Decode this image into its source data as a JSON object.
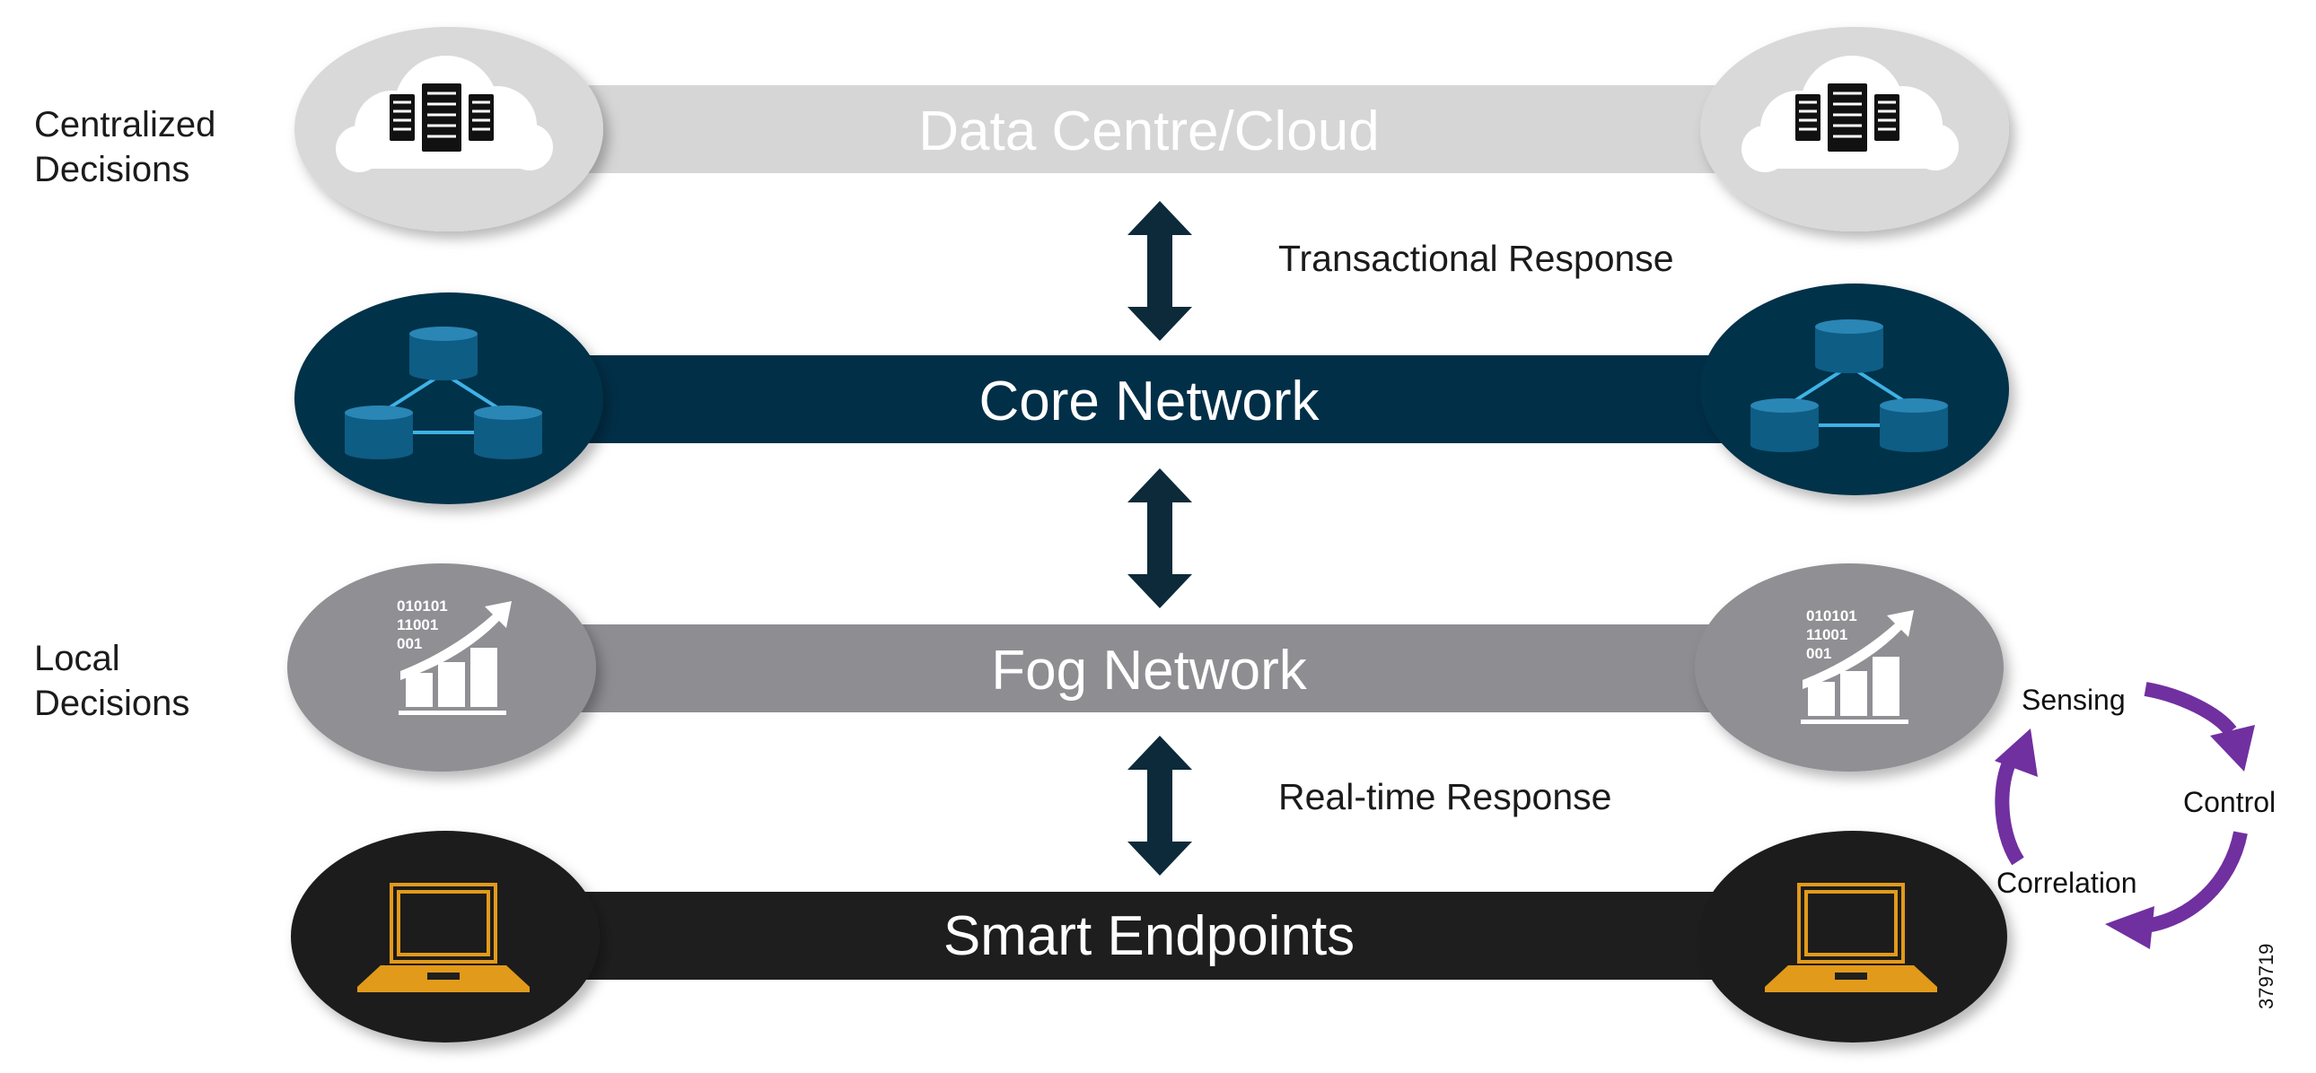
{
  "side_labels": {
    "centralized": [
      "Centralized",
      "Decisions"
    ],
    "local": [
      "Local",
      "Decisions"
    ]
  },
  "layers": [
    {
      "label": "Data Centre/Cloud",
      "icon": "cloud-servers-icon",
      "band_color": "#d6d6d6",
      "node_color": "#d9d9d9",
      "text_color": "#ffffff"
    },
    {
      "label": "Core Network",
      "icon": "database-network-icon",
      "band_color": "#012f48",
      "node_color": "#023049",
      "text_color": "#ffffff"
    },
    {
      "label": "Fog Network",
      "icon": "data-growth-chart-icon",
      "band_color": "#8d8d92",
      "node_color": "#8f8f94",
      "text_color": "#ffffff"
    },
    {
      "label": "Smart Endpoints",
      "icon": "laptop-icon",
      "band_color": "#1e1e1e",
      "node_color": "#1f1f1f",
      "text_color": "#ffffff"
    }
  ],
  "responses": {
    "transactional": "Transactional Response",
    "realtime": "Real-time Response"
  },
  "fog_icon_binary": [
    "010101",
    "11001",
    "001"
  ],
  "cycle": {
    "sensing": "Sensing",
    "control": "Control",
    "correlation": "Correlation",
    "color": "#7030a0"
  },
  "arrow_color": "#0d2a3a",
  "laptop_color": "#e29a1a",
  "db_color": "#0d5d85",
  "figure_id": "379719"
}
